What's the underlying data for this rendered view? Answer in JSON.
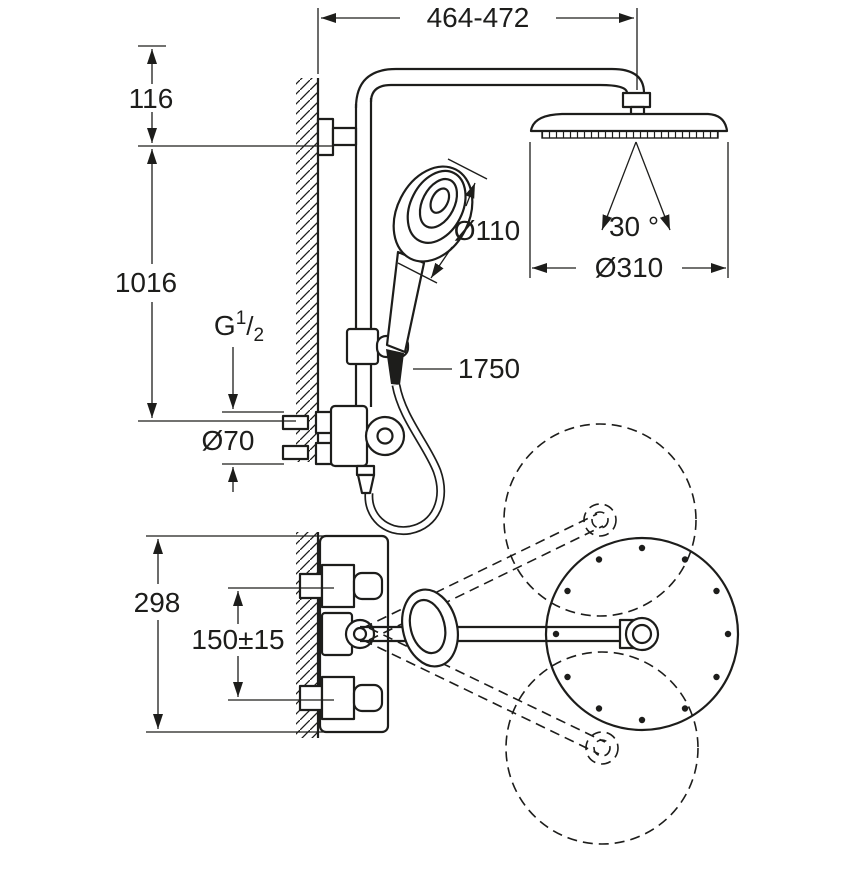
{
  "labels": {
    "width_range": "464-472",
    "top_offset": "116",
    "pipe_height": "1016",
    "escutcheon_dia": "Ø70",
    "hand_shower_dia": "Ø110",
    "spray_angle": "30 °",
    "head_shower_dia": "Ø310",
    "hose_length": "1750",
    "depth": "298",
    "center_distance": "150±15"
  },
  "thread": {
    "g": "G",
    "num": "1",
    "slash": "/",
    "den": "2"
  },
  "colors": {
    "line": "#1d1d1b",
    "background": "#ffffff"
  }
}
